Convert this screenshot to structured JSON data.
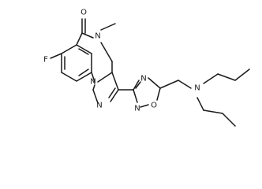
{
  "molecule": {
    "atoms": {
      "O_carbonyl": "O",
      "N_amide": "N",
      "methyl_label": "",
      "F": "F",
      "N_ring_top": "N",
      "N_ring_bottom": "N",
      "N_oxadiazole_top": "N",
      "O_oxadiazole": "O",
      "N_oxadiazole_bottom": "N",
      "N_amine": "N"
    }
  }
}
